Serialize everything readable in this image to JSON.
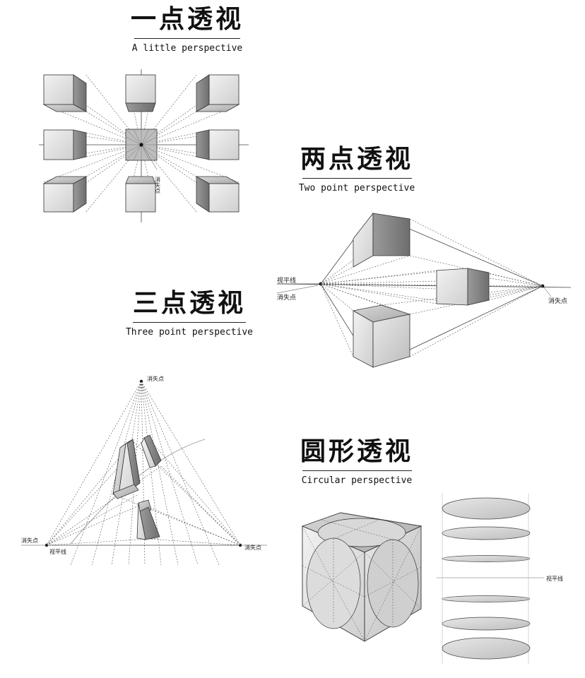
{
  "sections": [
    {
      "id": "one",
      "title_zh": "一点透视",
      "title_en": "A little perspective"
    },
    {
      "id": "two",
      "title_zh": "两点透视",
      "title_en": "Two point perspective"
    },
    {
      "id": "three",
      "title_zh": "三点透视",
      "title_en": "Three point perspective"
    },
    {
      "id": "circle",
      "title_zh": "圆形透视",
      "title_en": "Circular perspective"
    }
  ],
  "labels": {
    "vanishing_point": "消失点",
    "horizon_line": "视平线"
  },
  "colors": {
    "face_light": "#e6e6e6",
    "face_mid": "#c9c9c9",
    "face_dark": "#8d8d8d",
    "line": "#333333"
  }
}
